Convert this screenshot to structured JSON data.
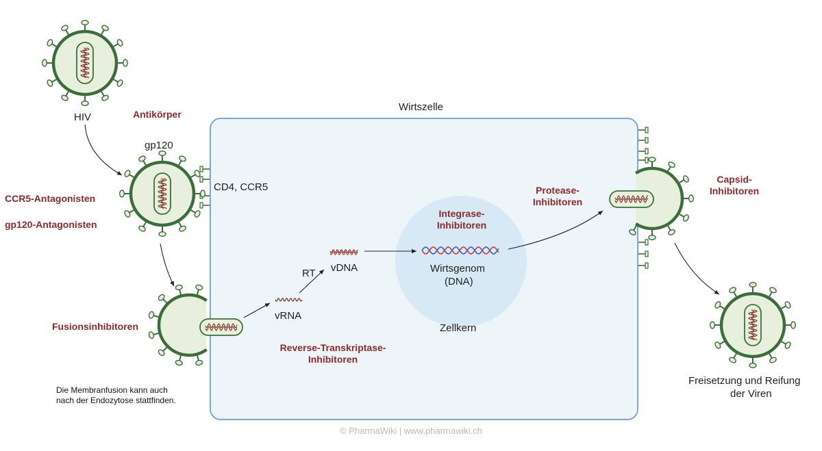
{
  "labels": {
    "hiv": "HIV",
    "host_cell": "Wirtszelle",
    "gp120": "gp120",
    "receptors": "CD4, CCR5",
    "rt": "RT",
    "vdna": "vDNA",
    "vrna": "vRNA",
    "host_genome_line1": "Wirtsgenom",
    "host_genome_line2": "(DNA)",
    "nucleus": "Zellkern",
    "release_line1": "Freisetzung und Reifung",
    "release_line2": "der Viren"
  },
  "drug_classes": {
    "antibodies": "Antikörper",
    "ccr5_antagonists": "CCR5-Antagonisten",
    "gp120_antagonists": "gp120-Antagonisten",
    "fusion_inhibitors": "Fusionsinhibitoren",
    "rt_inhibitors_line1": "Reverse-Transkriptase-",
    "rt_inhibitors_line2": "Inhibitoren",
    "integrase_inhibitors_line1": "Integrase-",
    "integrase_inhibitors_line2": "Inhibitoren",
    "protease_inhibitors_line1": "Protease-",
    "protease_inhibitors_line2": "Inhibitoren",
    "capsid_inhibitors_line1": "Capsid-",
    "capsid_inhibitors_line2": "Inhibitoren"
  },
  "note": {
    "line1": "Die Membranfusion kann auch",
    "line2": "nach der Endozytose stattfinden."
  },
  "copyright": "© PharmaWiki | www.pharmawiki.ch",
  "colors": {
    "virus_fill": "#e6f0dc",
    "virus_stroke": "#3c6e3a",
    "drug_text": "#8b2a2a",
    "cell_fill": "#edf5f8",
    "cell_stroke": "#7ea8cf",
    "nucleus_fill": "#d6e9f5",
    "rna": "#7a2a22",
    "dna_red": "#d43a3a",
    "dna_blue": "#3b5fb5"
  }
}
